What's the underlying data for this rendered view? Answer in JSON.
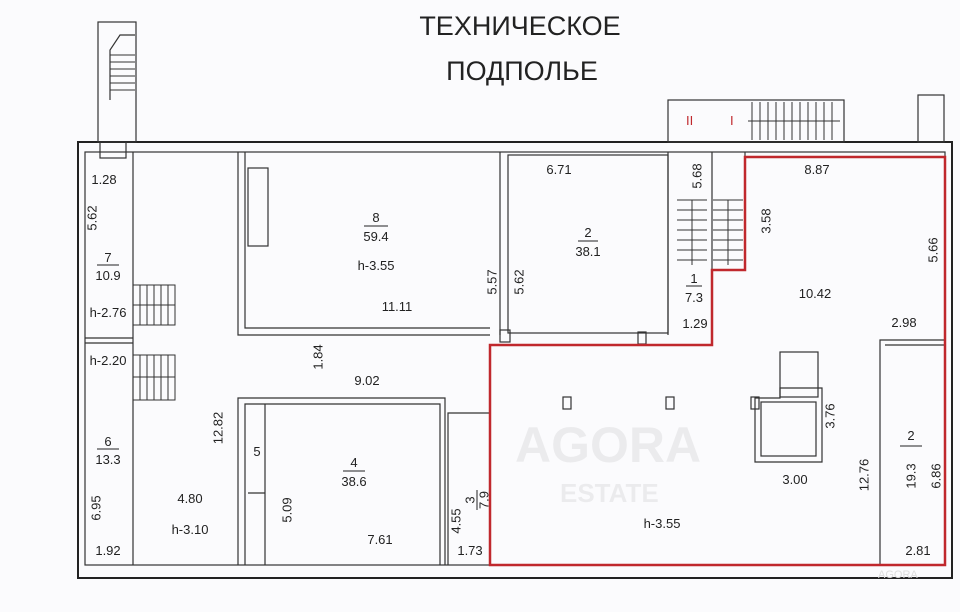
{
  "title": {
    "line1": "ТЕХНИЧЕСКОЕ",
    "line2": "ПОДПОЛЬЕ"
  },
  "watermark": {
    "line1": "AGORA",
    "line2": "ESTATE",
    "corner": "AGORA"
  },
  "stair_marks": {
    "left": "II",
    "right": "I"
  },
  "colors": {
    "highlight": "#c0282d",
    "walls": "#222222"
  },
  "rooms": [
    {
      "number": "7",
      "area": "10.9",
      "height": "h-2.76"
    },
    {
      "number": "6",
      "area": "13.3",
      "height": "h-2.20"
    },
    {
      "number": "8",
      "area": "59.4",
      "height": "h-3.55"
    },
    {
      "number": "2",
      "area": "38.1"
    },
    {
      "number": "1",
      "area": "7.3"
    },
    {
      "number": "4",
      "area": "38.6"
    },
    {
      "number": "3",
      "area": "7.9"
    },
    {
      "number": "2",
      "area": "19.3"
    },
    {
      "number": "5"
    }
  ],
  "heights": {
    "corridor": "h-3.10",
    "highlighted": "h-3.55"
  },
  "dimensions": {
    "d128": "1.28",
    "d562a": "5.62",
    "d1111": "11.11",
    "d557": "5.57",
    "d562b": "5.62",
    "d671": "6.71",
    "d568": "5.68",
    "d129": "1.29",
    "d887": "8.87",
    "d358": "3.58",
    "d566": "5.66",
    "d1042": "10.42",
    "d298": "2.98",
    "d184": "1.84",
    "d902": "9.02",
    "d1282": "12.82",
    "d480": "4.80",
    "d695": "6.95",
    "d192": "1.92",
    "d509": "5.09",
    "d761": "7.61",
    "d455": "4.55",
    "d173": "1.73",
    "d376": "3.76",
    "d300": "3.00",
    "d1276": "12.76",
    "d686": "6.86",
    "d281": "2.81"
  }
}
